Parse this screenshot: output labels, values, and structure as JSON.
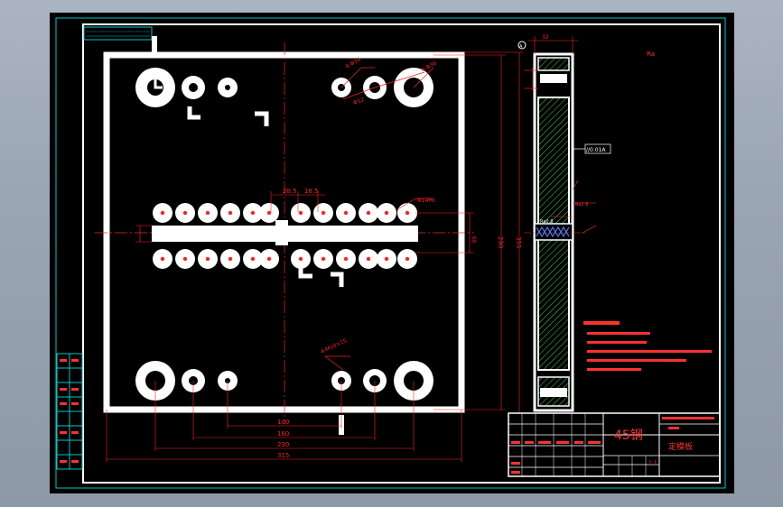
{
  "title_block": {
    "material": "45钢",
    "part_name": "定模板",
    "scale": "1:1"
  },
  "dimensions": {
    "d100": "100",
    "d160": "160",
    "d230": "230",
    "d315": "315",
    "d290": "290",
    "d355": "355",
    "d60": "60",
    "d32": "32",
    "d28_5": "28.5",
    "d18_5": "18.5"
  },
  "labels": {
    "tolerance": "//0.01A",
    "datum": "A"
  },
  "colors": {
    "background": "#000000",
    "outline": "#ffffff",
    "dimension": "#ff2020",
    "centerline": "#ff2020",
    "frame": "#00c8c8",
    "hatch": "#3cdc3c",
    "annotation": "#ff3030"
  }
}
